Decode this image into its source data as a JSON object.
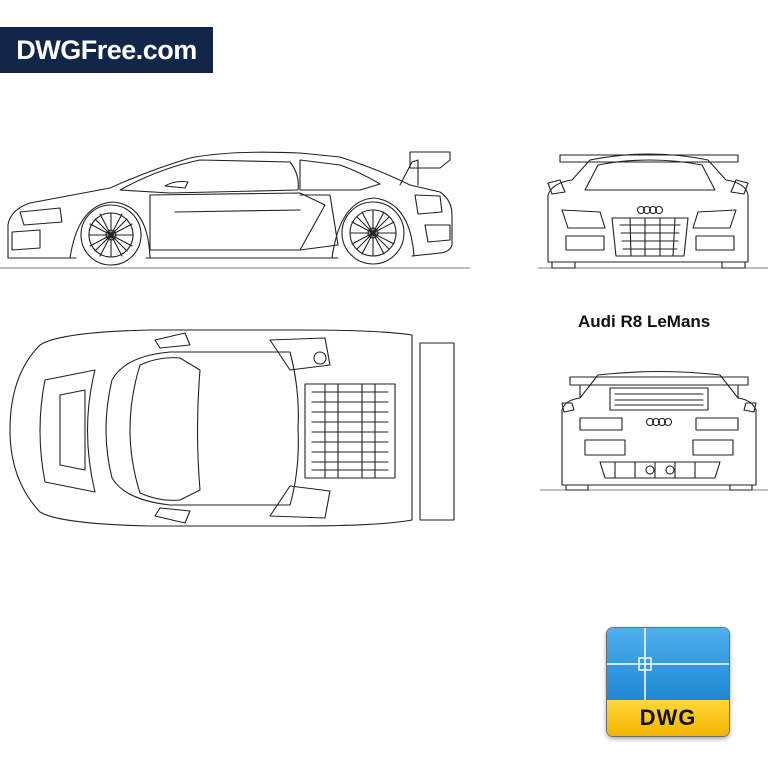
{
  "brand": {
    "site_name": "DWGFree.com",
    "bg_color": "#12264a",
    "text_color": "#ffffff"
  },
  "drawing": {
    "title": "Audi R8 LeMans",
    "views": [
      "side-elevation",
      "front-elevation",
      "top-plan",
      "rear-elevation"
    ],
    "line_color": "#222222"
  },
  "badge": {
    "label": "DWG",
    "top_color": "#2f97dd",
    "bottom_color": "#f9c80e"
  }
}
